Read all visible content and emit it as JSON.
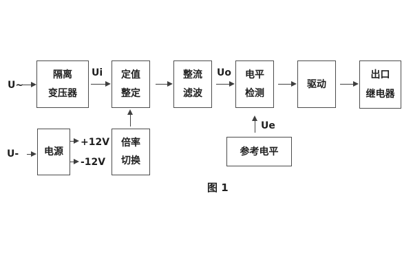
{
  "diagram": {
    "caption": "图 1",
    "blocks": {
      "isolation_transformer": {
        "line1": "隔离",
        "line2": "变压器"
      },
      "setting_adjust": {
        "line1": "定值",
        "line2": "整定"
      },
      "rectifier_filter": {
        "line1": "整流",
        "line2": "滤波"
      },
      "level_detect": {
        "line1": "电平",
        "line2": "检测"
      },
      "drive": {
        "line1": "驱动"
      },
      "output_relay": {
        "line1": "出口",
        "line2": "继电器"
      },
      "power_supply": {
        "line1": "电源"
      },
      "multiplier_switch": {
        "line1": "倍率",
        "line2": "切换"
      },
      "reference_level": {
        "line1": "参考电平"
      }
    },
    "signals": {
      "ac_input": "U~",
      "dc_input": "U-",
      "ui": "Ui",
      "uo": "Uo",
      "ue": "Ue",
      "plus_12v": "+12V",
      "minus_12v": "-12V"
    },
    "colors": {
      "line": "#3f3f3f",
      "text": "#1f1f1f",
      "background": "#ffffff"
    }
  }
}
